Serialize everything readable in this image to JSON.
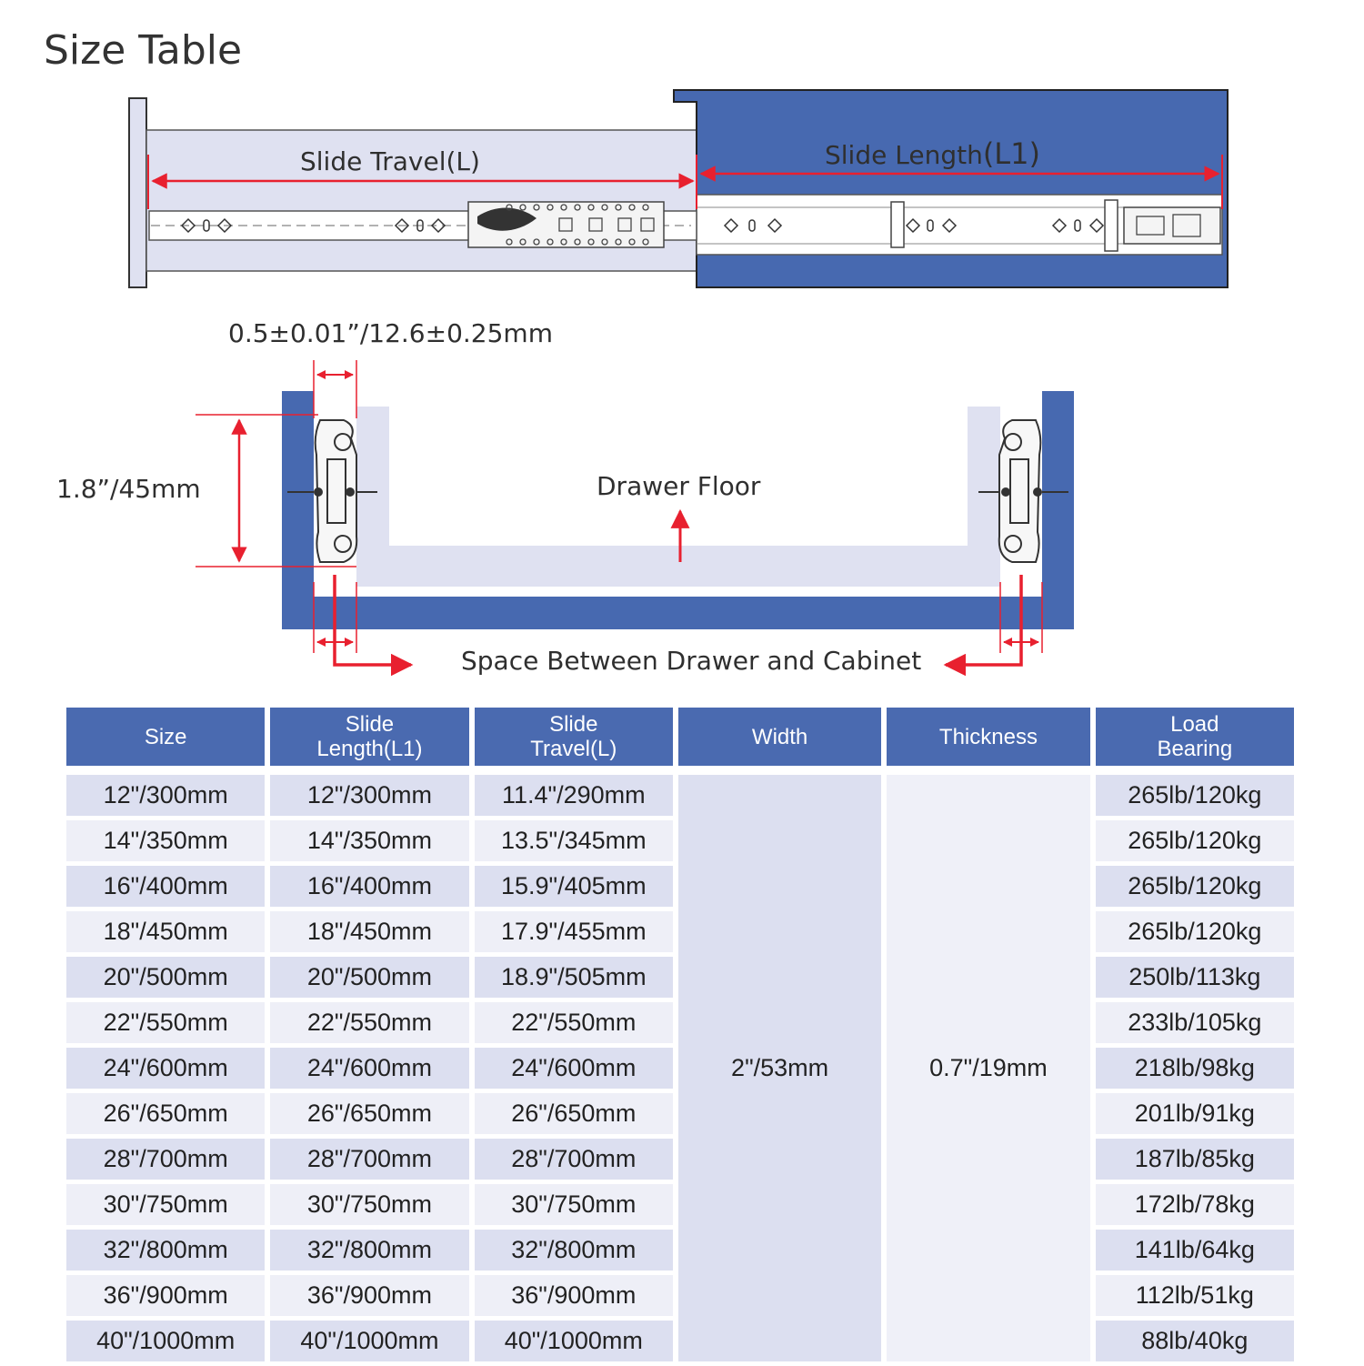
{
  "title": "Size Table",
  "diagram": {
    "slide_travel_label": "Slide Travel(L)",
    "slide_length_label": "Slide Length",
    "slide_length_suffix": "(L1)",
    "gap_dimension": "0.5±0.01”/12.6±0.25mm",
    "height_dimension": "1.8”/45mm",
    "drawer_floor": "Drawer Floor",
    "space_label": "Space Between Drawer and Cabinet",
    "colors": {
      "cabinet_blue": "#4769b0",
      "drawer_panel": "#dfe1f1",
      "arrow_red": "#e8202f"
    }
  },
  "table": {
    "headers": {
      "size": "Size",
      "slide_length": [
        "Slide",
        "Length(L1)"
      ],
      "slide_travel": [
        "Slide",
        "Travel(L)"
      ],
      "width": "Width",
      "thickness": "Thickness",
      "load_bearing": [
        "Load",
        "Bearing"
      ]
    },
    "width_value": "2\"/53mm",
    "thickness_value": "0.7\"/19mm",
    "rows": [
      {
        "size": "12\"/300mm",
        "length": "12\"/300mm",
        "travel": "11.4\"/290mm",
        "load": "265lb/120kg"
      },
      {
        "size": "14\"/350mm",
        "length": "14\"/350mm",
        "travel": "13.5\"/345mm",
        "load": "265lb/120kg"
      },
      {
        "size": "16\"/400mm",
        "length": "16\"/400mm",
        "travel": "15.9\"/405mm",
        "load": "265lb/120kg"
      },
      {
        "size": "18\"/450mm",
        "length": "18\"/450mm",
        "travel": "17.9\"/455mm",
        "load": "265lb/120kg"
      },
      {
        "size": "20\"/500mm",
        "length": "20\"/500mm",
        "travel": "18.9\"/505mm",
        "load": "250lb/113kg"
      },
      {
        "size": "22\"/550mm",
        "length": "22\"/550mm",
        "travel": "22\"/550mm",
        "load": "233lb/105kg"
      },
      {
        "size": "24\"/600mm",
        "length": "24\"/600mm",
        "travel": "24\"/600mm",
        "load": "218lb/98kg"
      },
      {
        "size": "26\"/650mm",
        "length": "26\"/650mm",
        "travel": "26\"/650mm",
        "load": "201lb/91kg"
      },
      {
        "size": "28\"/700mm",
        "length": "28\"/700mm",
        "travel": "28\"/700mm",
        "load": "187lb/85kg"
      },
      {
        "size": "30\"/750mm",
        "length": "30\"/750mm",
        "travel": "30\"/750mm",
        "load": "172lb/78kg"
      },
      {
        "size": "32\"/800mm",
        "length": "32\"/800mm",
        "travel": "32\"/800mm",
        "load": "141lb/64kg"
      },
      {
        "size": "36\"/900mm",
        "length": "36\"/900mm",
        "travel": "36\"/900mm",
        "load": "112lb/51kg"
      },
      {
        "size": "40\"/1000mm",
        "length": "40\"/1000mm",
        "travel": "40\"/1000mm",
        "load": "88lb/40kg"
      }
    ]
  }
}
